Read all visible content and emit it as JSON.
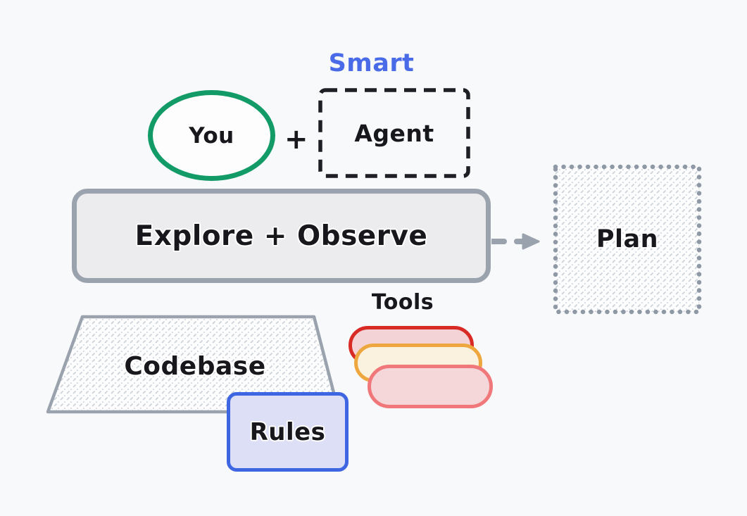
{
  "diagram": {
    "title_hint": "Explore and plan workflow sketch",
    "labels": {
      "smart": "Smart",
      "you": "You",
      "plus": "+",
      "agent": "Agent",
      "explore": "Explore + Observe",
      "plan": "Plan",
      "tools": "Tools",
      "codebase": "Codebase",
      "rules": "Rules"
    },
    "colors": {
      "background": "#f8f9fa",
      "smart_text": "#4a6be8",
      "you_ellipse_border": "#129b67",
      "agent_dash_border": "#1e1e24",
      "explore_border": "#9aa2ad",
      "explore_fill": "#ececee",
      "arrow": "#9aa2ad",
      "plan_dot_border": "#8f99a6",
      "hatch_lines": "#ccd3da",
      "codebase_border": "#9aa2ad",
      "tools_pill_back_border": "#d92b26",
      "tools_pill_back_fill": "#f3d3d5",
      "tools_pill_middle_border": "#eda73e",
      "tools_pill_middle_fill": "#fbf1df",
      "tools_pill_front_border": "#f0787a",
      "tools_pill_front_fill": "#f5d7d9",
      "rules_border": "#3f66e2",
      "rules_fill": "#dcdff5",
      "text": "#17171c"
    },
    "flow": [
      {
        "from": "You + Agent",
        "to": "Explore + Observe"
      },
      {
        "from": "Explore + Observe",
        "to": "Plan"
      }
    ],
    "inputs": [
      "Codebase",
      "Rules",
      "Tools"
    ]
  }
}
